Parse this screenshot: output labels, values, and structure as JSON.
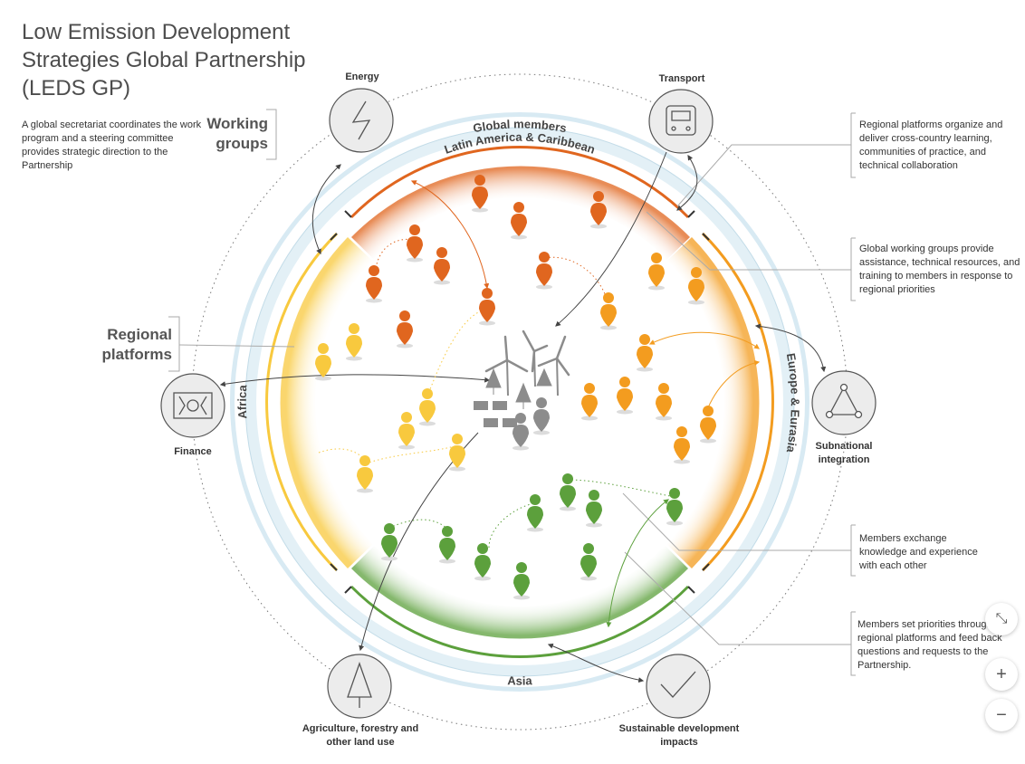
{
  "title": "Low Emission Development Strategies Global Partnership (LEDS GP)",
  "intro": "A global secretariat coordinates the work program and a steering committee provides strategic direction to the Partnership",
  "working_groups_label": "Working groups",
  "regional_platforms_label": "Regional platforms",
  "ring": {
    "global_members": "Global members",
    "lac": "Latin America & Caribbean",
    "africa": "Africa",
    "europe": "Europe & Eurasia",
    "asia": "Asia"
  },
  "working_groups": {
    "energy": "Energy",
    "transport": "Transport",
    "finance": "Finance",
    "subnational": "Subnational integration",
    "afolu": "Agriculture, forestry and other land use",
    "sdi": "Sustainable development impacts"
  },
  "callouts": {
    "c1": "Regional platforms organize and deliver cross-country learning, communities of practice, and technical collaboration",
    "c2": "Global working groups provide assistance, technical resources, and training to members in response to regional priorities",
    "c3": "Members exchange knowledge and experience with each other",
    "c4": "Members set priorities through regional platforms and feed back questions and requests to the Partnership."
  },
  "controls": {
    "collapse": "⤡",
    "zoom_in": "+",
    "zoom_out": "−"
  },
  "colors": {
    "lac": "#e0661f",
    "africa": "#f8c93e",
    "europe": "#f39c1f",
    "asia": "#5ca03c",
    "center": "#8c8c8c",
    "ring": "#cfe4ee"
  }
}
